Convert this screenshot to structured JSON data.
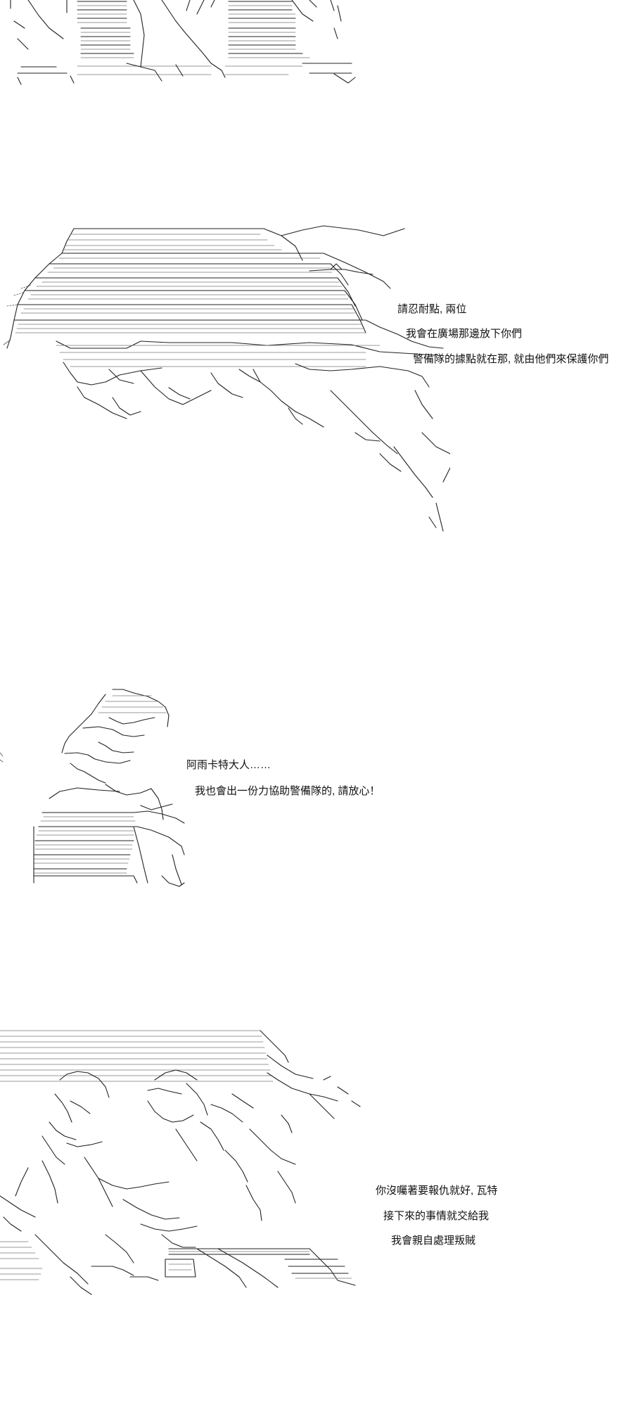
{
  "panels": [
    {
      "id": "panel-1",
      "dialogue": []
    },
    {
      "id": "panel-2",
      "dialogue": [
        "請忍耐點, 兩位",
        "我會在廣場那邊放下你們",
        "警備隊的據點就在那, 就由他們來保護你們"
      ]
    },
    {
      "id": "panel-3",
      "dialogue": [
        "阿雨卡特大人……",
        "我也會出一份力協助警備隊的, 請放心！"
      ]
    },
    {
      "id": "panel-4",
      "dialogue": [
        "你沒囑著要報仇就好, 瓦特",
        "接下來的事情就交給我",
        "我會親自處理叛賊"
      ]
    }
  ]
}
